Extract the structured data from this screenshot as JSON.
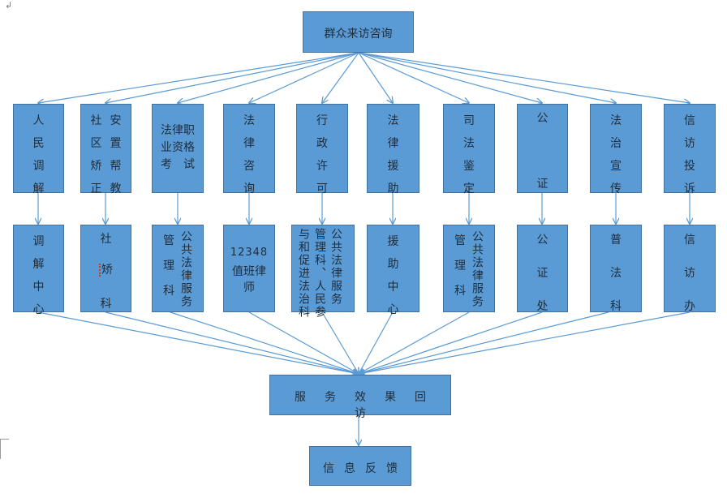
{
  "top": {
    "label": "群众来访咨询"
  },
  "services": [
    {
      "name": "人民调解"
    },
    {
      "name": "社区矫正安置帮教"
    },
    {
      "name": "法律职业资格考试"
    },
    {
      "name": "法律咨询"
    },
    {
      "name": "行政许可"
    },
    {
      "name": "法律援助"
    },
    {
      "name": "司法鉴定"
    },
    {
      "name": "公证"
    },
    {
      "name": "法治宣传"
    },
    {
      "name": "信访投诉"
    }
  ],
  "departments": [
    {
      "name": "调解中心"
    },
    {
      "name": "社矫科"
    },
    {
      "name": "公共法律服务管理科"
    },
    {
      "name": "12348值班律师"
    },
    {
      "name": "公共法律服务管理科、人民参与和促进法治科"
    },
    {
      "name": "援助中心"
    },
    {
      "name": "公共法律服务管理科"
    },
    {
      "name": "公证处"
    },
    {
      "name": "普法科"
    },
    {
      "name": "信访办"
    }
  ],
  "callback": {
    "label": "服务效果回访"
  },
  "feedback": {
    "label": "信息反馈"
  },
  "colors": {
    "box_fill": "#5b9bd5",
    "box_border": "#41719c",
    "arrow": "#5b9bd5",
    "text": "#1f2d3a"
  }
}
